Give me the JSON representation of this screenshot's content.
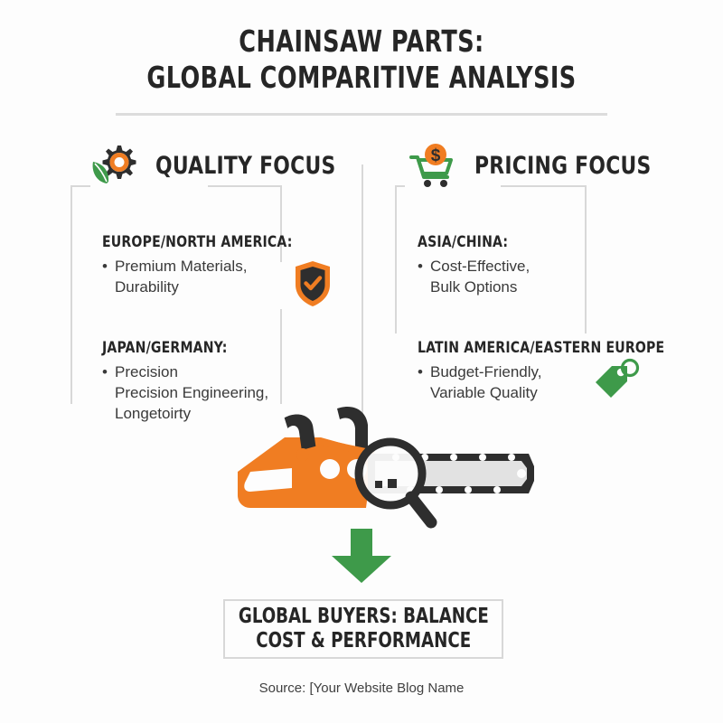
{
  "title": {
    "line1": "CHAINSAW PARTS:",
    "line2": "GLOBAL COMPARITIVE ANALYSIS"
  },
  "columns": [
    {
      "heading": "QUALITY FOCUS",
      "icon": "gear-leaf-icon",
      "entries": [
        {
          "region": "EUROPE/NORTH AMERICA:",
          "detail": "Premium Materials,\nDurability"
        },
        {
          "region": "JAPAN/GERMANY:",
          "detail": "Precision",
          "detail_extra": "Precision Engineering, Longetoirty"
        }
      ],
      "badge_icon": "shield-check-icon"
    },
    {
      "heading": "PRICING FOCUS",
      "icon": "shopping-cart-dollar-icon",
      "entries": [
        {
          "region": "ASIA/CHINA:",
          "detail": "Cost-Effective,\nBulk Options"
        },
        {
          "region": "LATIN AMERICA/EASTERN EUROPE",
          "detail": "Budget-Friendly,\nVariable Quality"
        }
      ],
      "badge_icon": "price-tag-icon"
    }
  ],
  "illustration": {
    "icon": "chainsaw-magnifier-icon",
    "arrow_icon": "down-arrow-icon"
  },
  "conclusion": {
    "line1": "GLOBAL BUYERS: BALANCE",
    "line2": "COST & PERFORMANCE"
  },
  "source": "Source: [Your Website Blog Name",
  "colors": {
    "orange": "#F07D22",
    "green": "#3E9A4A",
    "dark": "#2E2E2E",
    "rule": "#D8D8D8",
    "background": "#FDFDFD"
  }
}
